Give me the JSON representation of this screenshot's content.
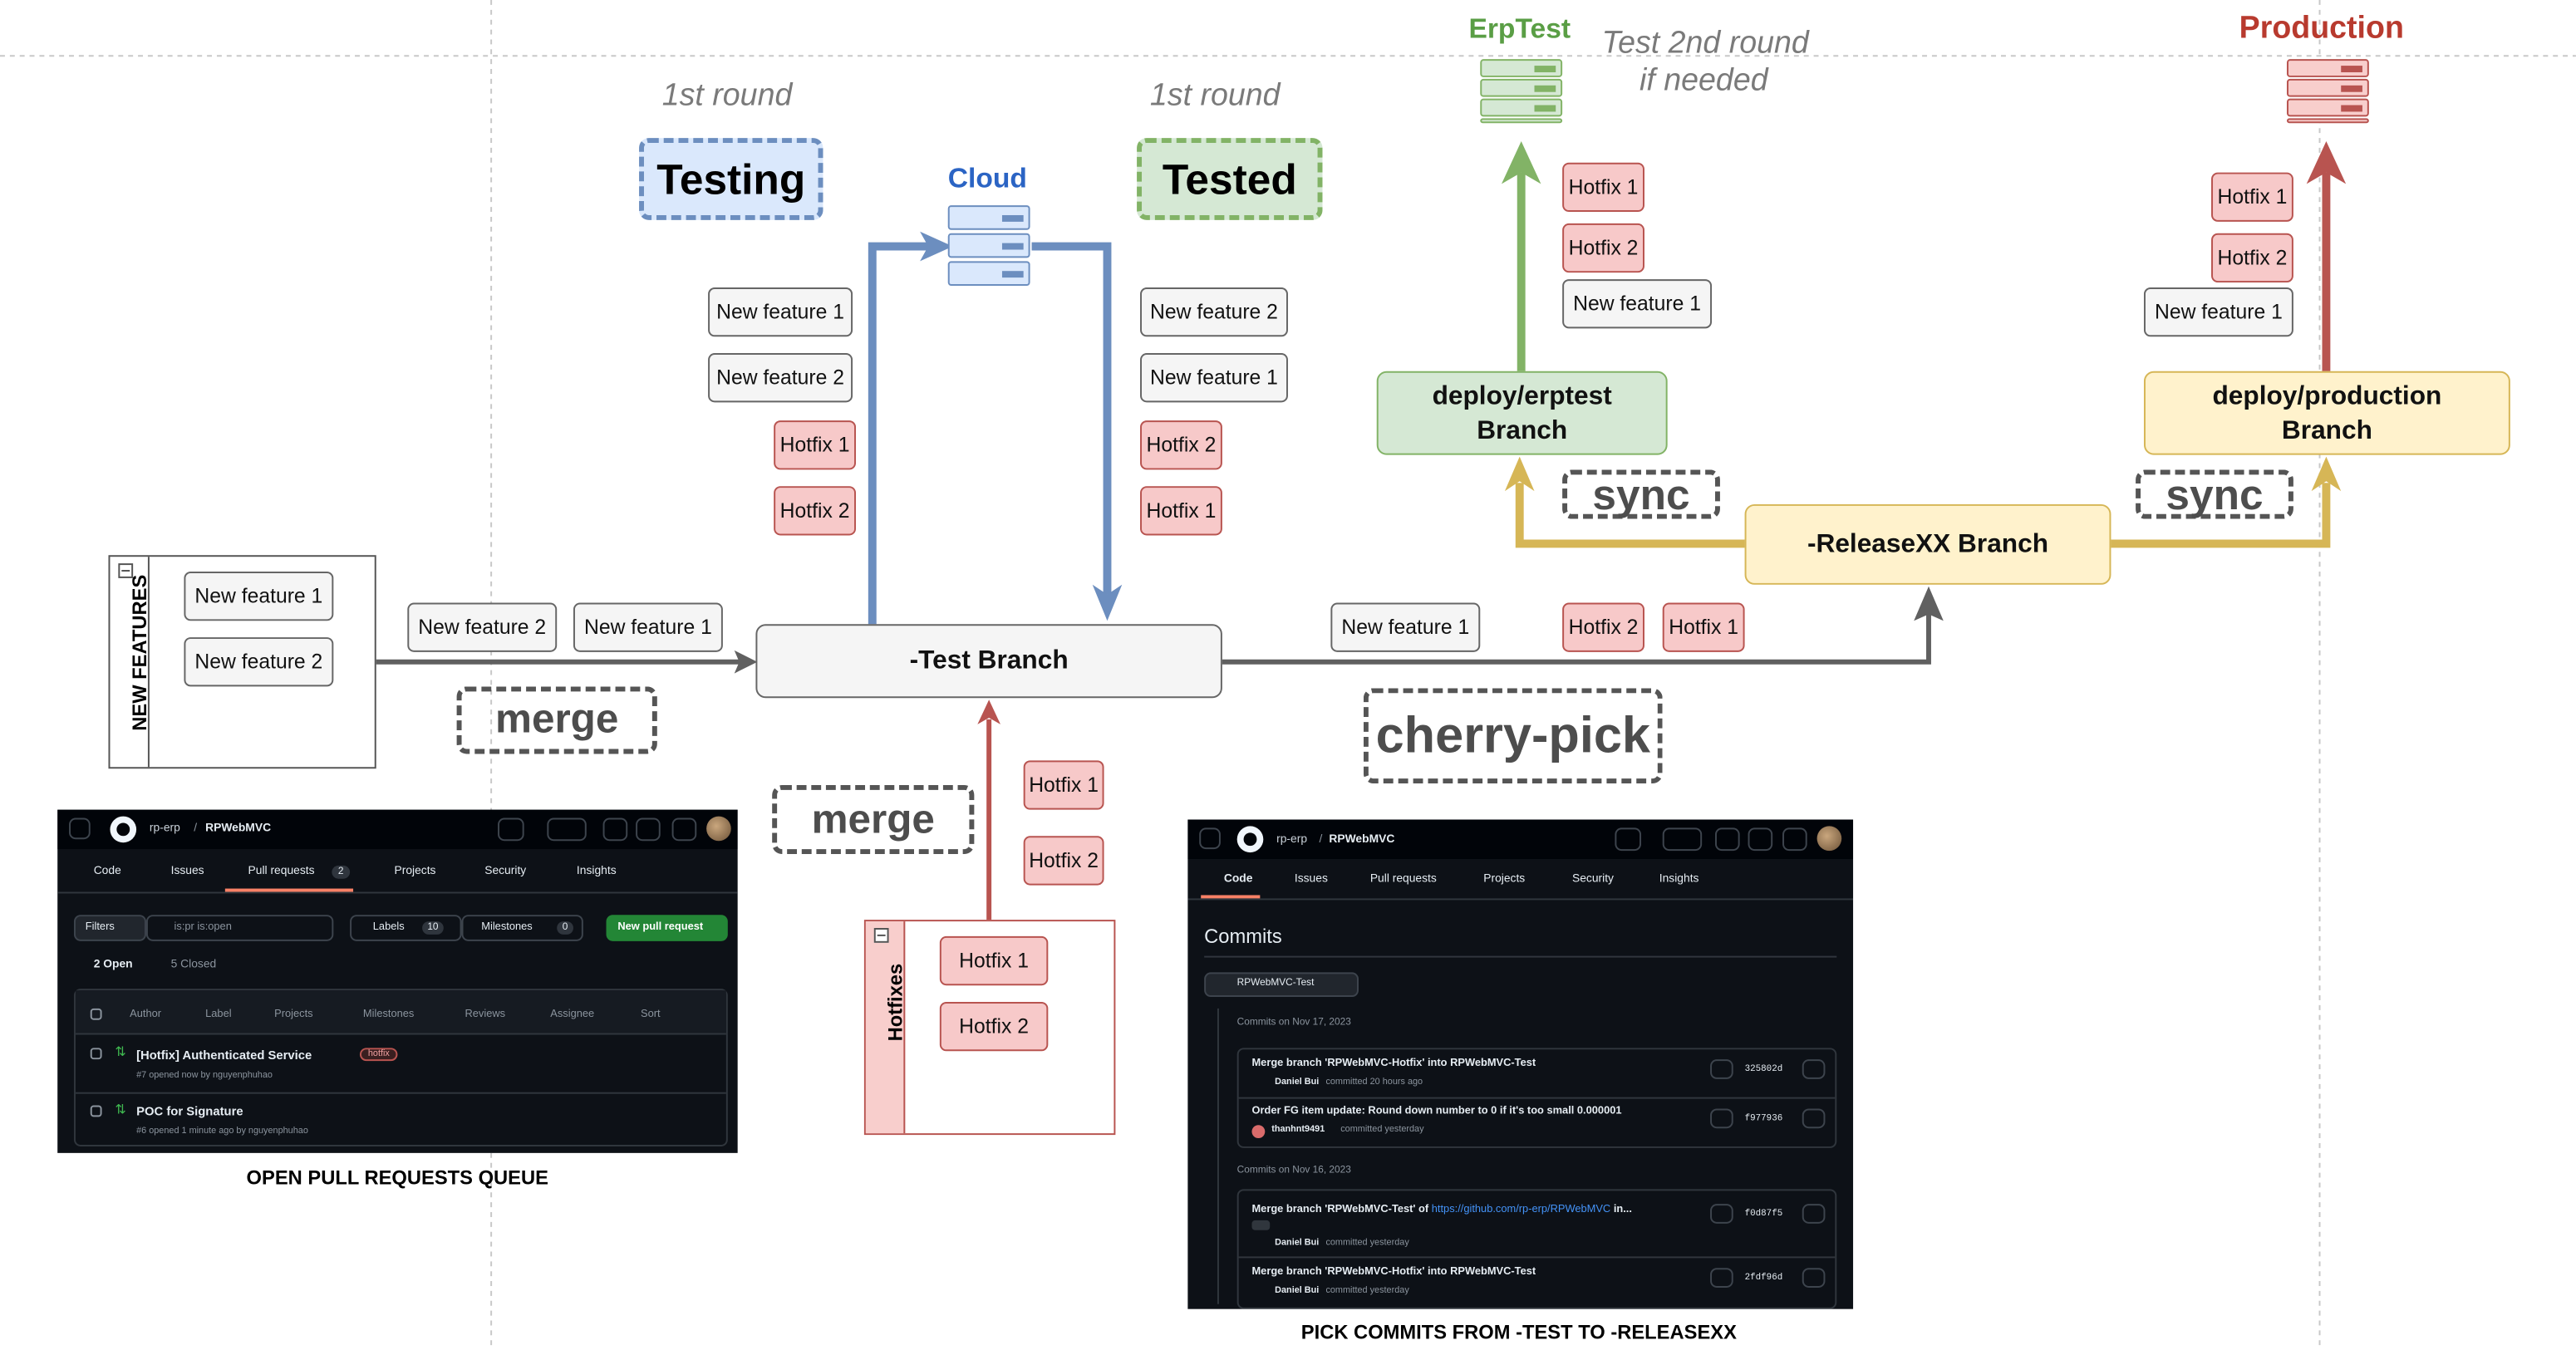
{
  "colors": {
    "line_gray": "#606060",
    "arrow_blue": "#6c8ebf",
    "arrow_green": "#82b366",
    "arrow_gold": "#d6b656",
    "arrow_red": "#b85450",
    "card_gray_fill": "#f5f5f5",
    "card_red_fill": "#f8cecc",
    "testing_fill": "#dae8fc",
    "tested_fill": "#d5e8d4",
    "erptest_fill": "#d5e8d4",
    "production_fill": "#fff2cc",
    "release_fill": "#fff2cc",
    "title_green": "#5a9e45",
    "title_red": "#b83a2e",
    "title_blue": "#2b64c4"
  },
  "labels": {
    "erptest_title": "ErpTest",
    "production_title": "Production",
    "cloud_title": "Cloud",
    "test_2nd_round": "Test 2nd round",
    "if_needed": "if needed",
    "round_left": "1st round",
    "round_right": "1st round",
    "testing": "Testing",
    "tested": "Tested",
    "merge_left": "merge",
    "merge_bottom": "merge",
    "cherry_pick": "cherry-pick",
    "sync_left": "sync",
    "sync_right": "sync"
  },
  "branches": {
    "test": "-Test Branch",
    "release": "-ReleaseXX Branch",
    "erptest_line1": "deploy/erptest",
    "erptest_line2": "Branch",
    "production_line1": "deploy/production",
    "production_line2": "Branch"
  },
  "containers": {
    "new_features": {
      "title": "NEW FEATURES",
      "items": [
        "New feature 1",
        "New feature 2"
      ]
    },
    "hotfixes": {
      "title": "Hotfixes",
      "items": [
        "Hotfix 1",
        "Hotfix 2"
      ]
    }
  },
  "cards": {
    "merge_in": [
      "New feature 2",
      "New feature 1"
    ],
    "testing_stack": [
      "New feature 1",
      "New feature 2",
      "Hotfix 1",
      "Hotfix 2"
    ],
    "tested_stack": [
      "New feature 2",
      "New feature 1",
      "Hotfix 2",
      "Hotfix 1"
    ],
    "hotfix_merge": [
      "Hotfix 1",
      "Hotfix 2"
    ],
    "cherry_pick": [
      "New feature 1",
      "Hotfix 2",
      "Hotfix 1"
    ],
    "erptest_stack": [
      "Hotfix 1",
      "Hotfix 2",
      "New feature 1"
    ],
    "production_stack": [
      "Hotfix 1",
      "Hotfix 2",
      "New feature 1"
    ]
  },
  "pr_screenshot": {
    "org": "rp-erp",
    "repo": "RPWebMVC",
    "tabs": [
      "Code",
      "Issues",
      "Pull requests",
      "Projects",
      "Security",
      "Insights"
    ],
    "pr_count": "2",
    "filters": "Filters",
    "search": "is:pr is:open",
    "labels": "Labels",
    "labels_count": "10",
    "milestones": "Milestones",
    "milestones_count": "0",
    "new_pr": "New pull request",
    "open": "2 Open",
    "closed": "5 Closed",
    "columns": [
      "Author",
      "Label",
      "Projects",
      "Milestones",
      "Reviews",
      "Assignee",
      "Sort"
    ],
    "rows": [
      {
        "title": "[Hotfix] Authenticated Service",
        "badge": "hotfix",
        "meta": "#7 opened now by nguyenphuhao"
      },
      {
        "title": "POC for Signature",
        "badge": "",
        "meta": "#6 opened 1 minute ago by nguyenphuhao"
      }
    ],
    "caption": "OPEN PULL REQUESTS QUEUE"
  },
  "commits_screenshot": {
    "org": "rp-erp",
    "repo": "RPWebMVC",
    "tabs": [
      "Code",
      "Issues",
      "Pull requests",
      "Projects",
      "Security",
      "Insights"
    ],
    "heading": "Commits",
    "branch": "RPWebMVC-Test",
    "groups": [
      {
        "date": "Commits on Nov 17, 2023",
        "commits": [
          {
            "msg": "Merge branch 'RPWebMVC-Hotfix' into RPWebMVC-Test",
            "author": "Daniel Bui",
            "when": "committed 20 hours ago",
            "sha": "325802d"
          },
          {
            "msg": "Order FG item update: Round down number to 0 if it's too small 0.000001",
            "author": "thanhnt9491",
            "when": "committed yesterday",
            "sha": "f977936"
          }
        ]
      },
      {
        "date": "Commits on Nov 16, 2023",
        "commits": [
          {
            "msg": "Merge branch 'RPWebMVC-Test' of",
            "link": "https://github.com/rp-erp/RPWebMVC",
            "tail": "in...",
            "author": "Daniel Bui",
            "when": "committed yesterday",
            "sha": "f0d87f5"
          },
          {
            "msg": "Merge branch 'RPWebMVC-Hotfix' into RPWebMVC-Test",
            "author": "Daniel Bui",
            "when": "committed yesterday",
            "sha": "2fdf96d"
          }
        ]
      }
    ],
    "caption": "PICK COMMITS FROM -TEST TO -RELEASEXX"
  }
}
